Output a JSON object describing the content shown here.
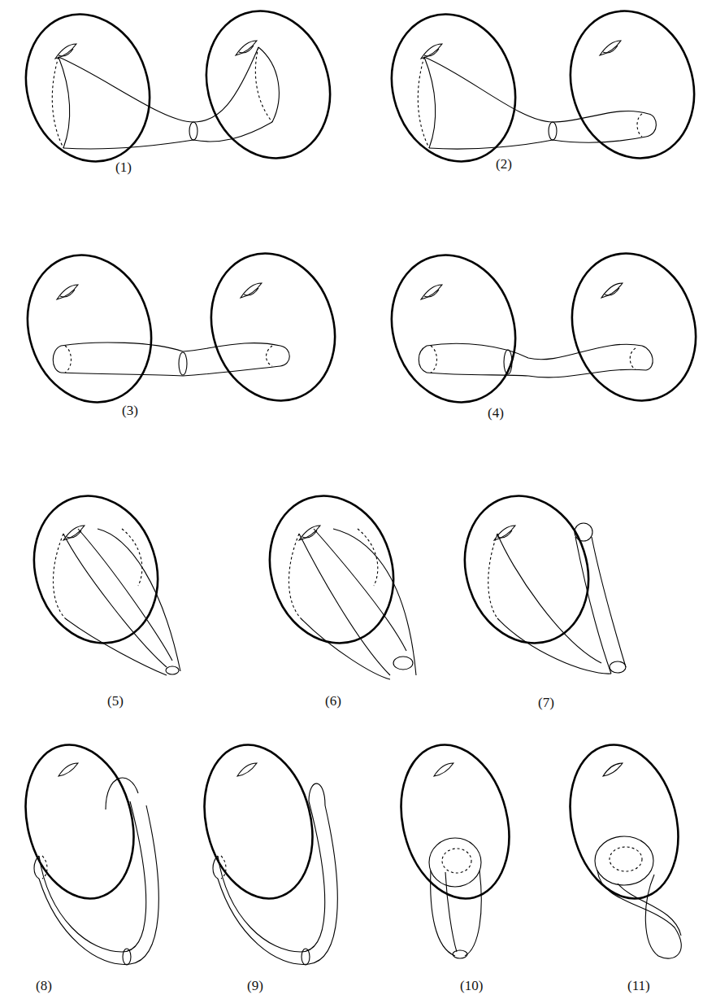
{
  "diagram": {
    "labels": [
      "(1)",
      "(2)",
      "(3)",
      "(4)",
      "(5)",
      "(6)",
      "(7)",
      "(8)",
      "(9)",
      "(10)",
      "(11)"
    ]
  }
}
